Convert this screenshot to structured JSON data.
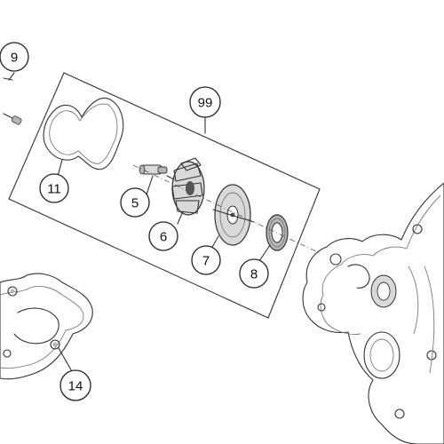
{
  "callouts": [
    {
      "id": "9",
      "label": "9"
    },
    {
      "id": "99",
      "label": "99"
    },
    {
      "id": "11",
      "label": "11"
    },
    {
      "id": "5",
      "label": "5"
    },
    {
      "id": "6",
      "label": "6"
    },
    {
      "id": "7",
      "label": "7"
    },
    {
      "id": "8",
      "label": "8"
    },
    {
      "id": "14",
      "label": "14"
    }
  ]
}
